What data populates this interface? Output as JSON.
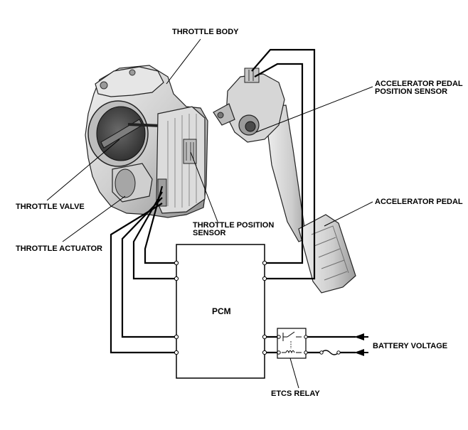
{
  "labels": {
    "throttle_body": "THROTTLE BODY",
    "accel_pedal_sensor_line1": "ACCELERATOR PEDAL",
    "accel_pedal_sensor_line2": "POSITION SENSOR",
    "throttle_valve": "THROTTLE VALVE",
    "accelerator_pedal": "ACCELERATOR PEDAL",
    "throttle_position_line1": "THROTTLE POSITION",
    "throttle_position_line2": "SENSOR",
    "throttle_actuator": "THROTTLE ACTUATOR",
    "pcm": "PCM",
    "battery_voltage": "BATTERY VOLTAGE",
    "etcs_relay": "ETCS RELAY"
  },
  "icons": {
    "throttle_body": "throttle-body-illustration",
    "accelerator_pedal": "accelerator-pedal-illustration",
    "relay": "relay-symbol",
    "fuse": "fuse-symbol",
    "arrow": "arrow-head"
  },
  "colors": {
    "line": "#000000",
    "part_fill": "#d9d9d9",
    "part_dark": "#9a9a9a",
    "background": "#ffffff"
  }
}
